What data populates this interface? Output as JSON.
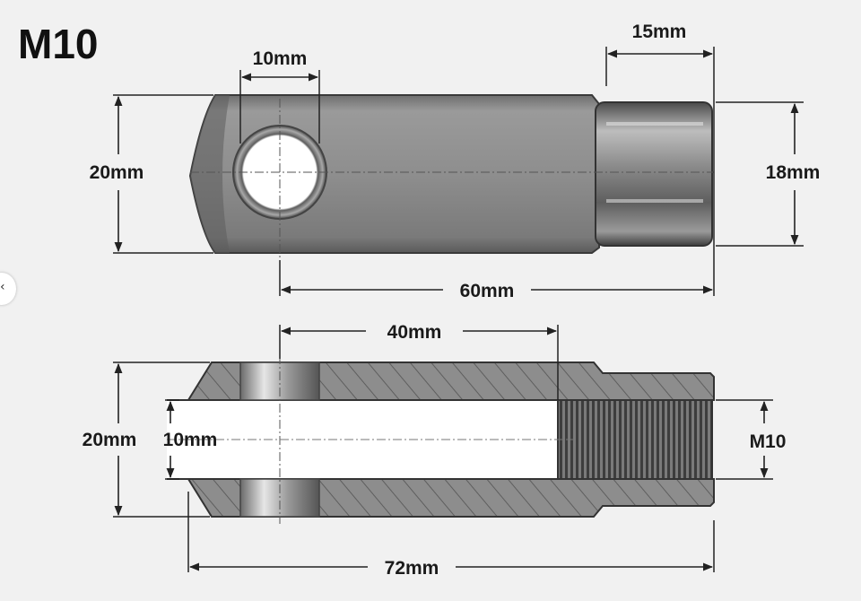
{
  "title": "M10",
  "top_view": {
    "hole_diameter": "10mm",
    "shank_length": "15mm",
    "body_height": "20mm",
    "shank_diameter": "18mm",
    "hole_to_end": "60mm"
  },
  "section_view": {
    "hole_to_thread": "40mm",
    "body_height": "20mm",
    "slot_width": "10mm",
    "thread": "M10",
    "total_length": "72mm"
  },
  "colors": {
    "background": "#f1f1f1",
    "steel": "#8c8c8c",
    "dim_line": "#222222"
  },
  "icons": {
    "side_nav": "chevron-left-icon"
  }
}
